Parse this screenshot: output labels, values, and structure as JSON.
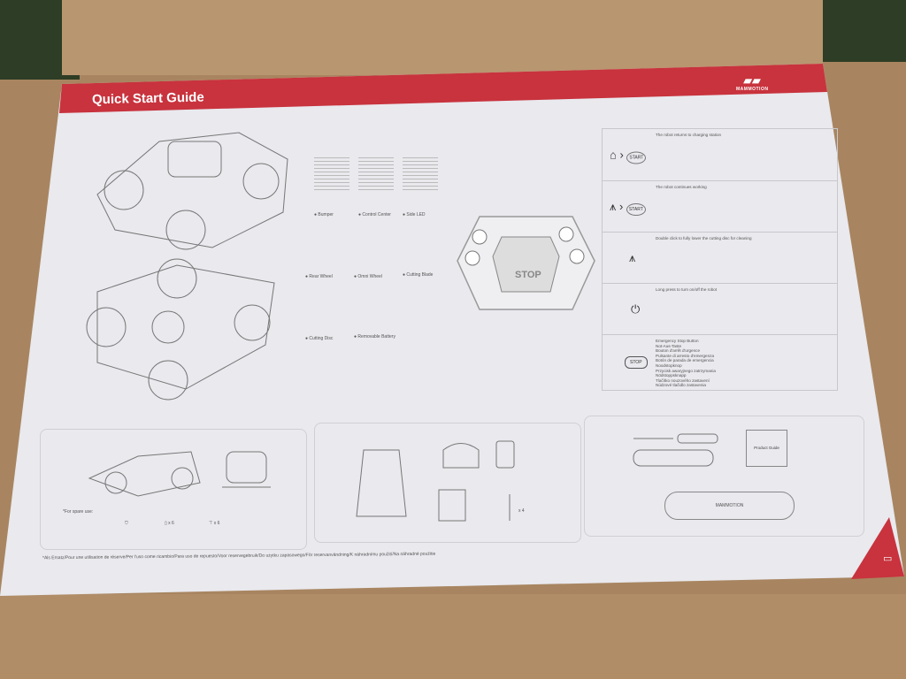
{
  "guide": {
    "title": "Quick Start Guide",
    "brand": "MAMMOTION",
    "accent_color": "#c8333d",
    "parts": [
      {
        "num": "4",
        "label": "Bumper"
      },
      {
        "num": "5",
        "label": "Control Center"
      },
      {
        "num": "6",
        "label": "Side LED"
      },
      {
        "num": "7",
        "label": "Rear Wheel"
      },
      {
        "num": "8",
        "label": "Omni Wheel"
      },
      {
        "num": "9",
        "label": "Cutting Blade"
      },
      {
        "num": "10",
        "label": "Cutting Disc"
      },
      {
        "num": "11",
        "label": "Removable Battery"
      }
    ],
    "control_panel": {
      "stop_label": "STOP"
    },
    "functions": [
      {
        "icon": "home-icon",
        "start": "START",
        "text": "The robot returns to charging station"
      },
      {
        "icon": "grass-icon",
        "start": "START",
        "text": "The robot continues working"
      },
      {
        "icon": "grass-icon",
        "text": "Double click to fully lower the cutting disc for cleaning"
      },
      {
        "icon": "power-icon",
        "text": "Long press to turn on/off the robot"
      },
      {
        "icon": "stop-icon",
        "stop": "STOP",
        "text": "Emergency Stop Button",
        "translations": [
          "Not-Aus-Taste",
          "Bouton d'arrêt d'urgence",
          "Pulsante di arresto d'emergenza",
          "Botón de parada de emergencia",
          "Noodstopknop",
          "Przycisk awaryjnego zatrzymania",
          "Nödstoppsknapp",
          "Tlačítko nouzového zastavení",
          "Núdzové tlačidlo zastavenia"
        ]
      }
    ],
    "spare_label": "*For spare use:",
    "spare_counts": [
      "x 6",
      "x 6"
    ],
    "peg_count": "x 4",
    "product_guide_label": "Product Guide",
    "brush_brand": "MAMMOTION",
    "footnote": "*Als Ersatz/Pour une utilisation de réserve/Per l'uso come ricambio/Para uso de repuesto/Voor reservegebruik/Do użytku zapasowego/För reservanvändning/K náhradnímu použití/Na náhradné použitie"
  }
}
